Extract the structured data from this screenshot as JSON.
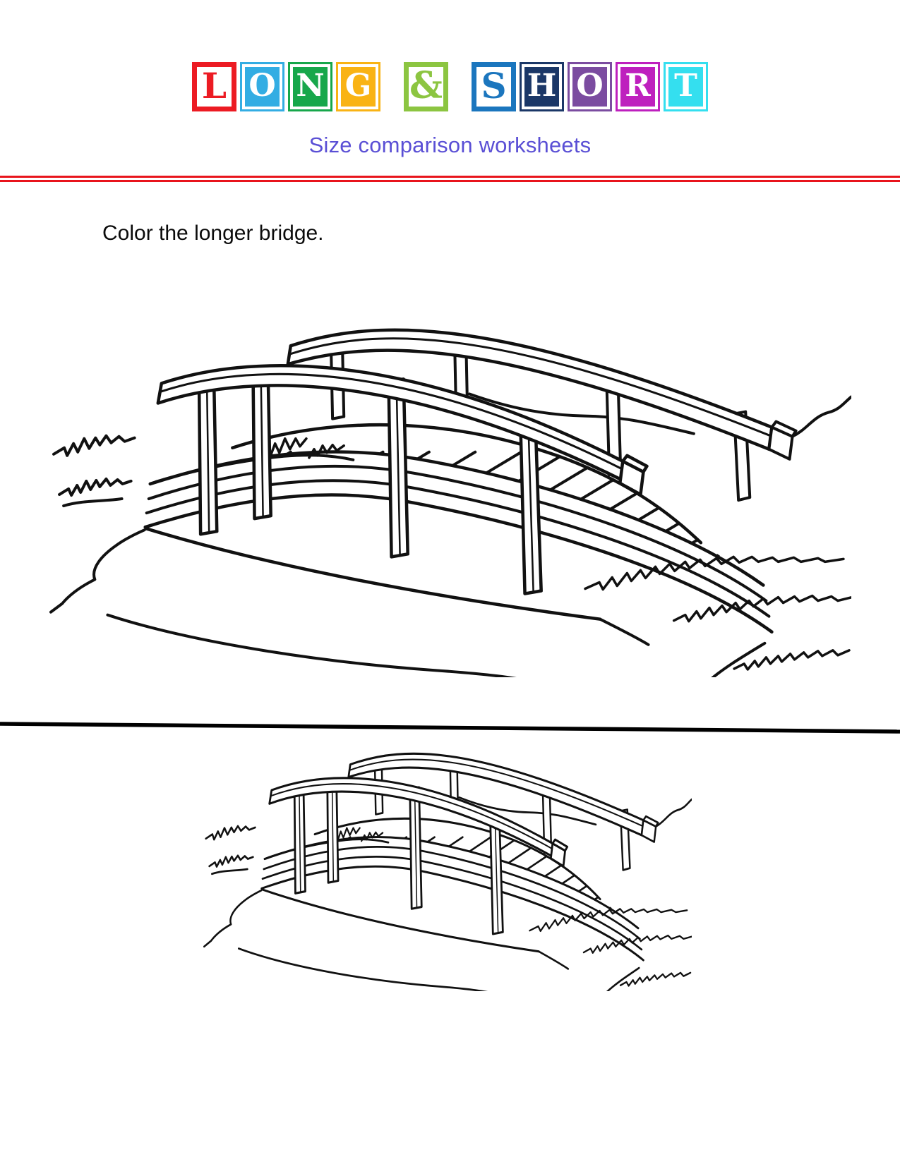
{
  "header": {
    "title_words": [
      "LONG",
      "&",
      "SHORT"
    ],
    "title_blocks": [
      {
        "letter": "L",
        "color": "#ec1b23",
        "style": "outline",
        "gap_before": false
      },
      {
        "letter": "O",
        "color": "#33ade3",
        "style": "solid",
        "gap_before": false
      },
      {
        "letter": "N",
        "color": "#17a74b",
        "style": "solid",
        "gap_before": false
      },
      {
        "letter": "G",
        "color": "#f9b314",
        "style": "solid",
        "gap_before": false
      },
      {
        "letter": "&",
        "color": "#8cc541",
        "style": "outline",
        "gap_before": true
      },
      {
        "letter": "S",
        "color": "#1b76be",
        "style": "outline",
        "gap_before": true
      },
      {
        "letter": "H",
        "color": "#1b3767",
        "style": "solid",
        "gap_before": false
      },
      {
        "letter": "O",
        "color": "#7b4ca0",
        "style": "solid",
        "gap_before": false
      },
      {
        "letter": "R",
        "color": "#be20be",
        "style": "solid",
        "gap_before": false
      },
      {
        "letter": "T",
        "color": "#34dfef",
        "style": "solid",
        "gap_before": false
      }
    ],
    "subtitle": {
      "text": "Size comparison worksheets",
      "color": "#5a4fd5"
    },
    "rule_color": "#e8141c"
  },
  "worksheet": {
    "instruction": "Color the longer bridge.",
    "figures": [
      {
        "id": "bridge-long",
        "label": "longer bridge (large arched footbridge drawing)"
      },
      {
        "id": "bridge-short",
        "label": "shorter bridge (small arched footbridge drawing)"
      }
    ],
    "divider_color": "#000000",
    "line_art_color": "#111111"
  }
}
